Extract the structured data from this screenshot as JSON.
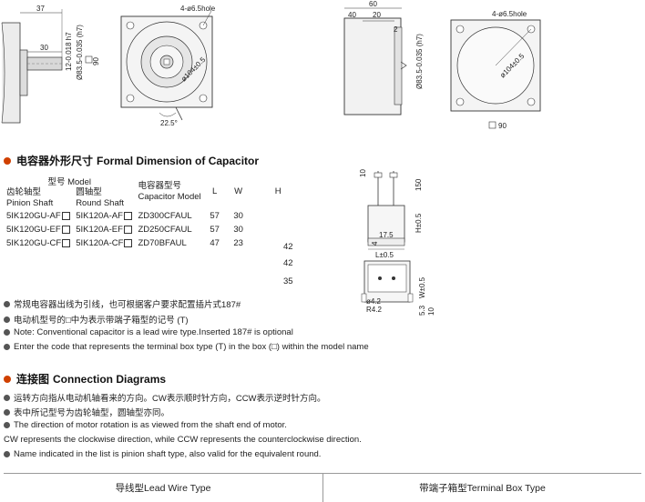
{
  "drawings": {
    "left_motor": {
      "dim_37": "37",
      "dim_30": "30",
      "dim_12h7": "12-0.018 h7",
      "dim_83": "Ø83.5-0.035 (h7)",
      "dim_90": "90",
      "hole_label": "4-ø6.5hole",
      "pcd": "ø104±0.5",
      "angle": "22.5°"
    },
    "right_motor": {
      "dim_60": "60",
      "dim_40": "40",
      "dim_20": "20",
      "dim_2": "2",
      "dim_83": "Ø83.5-0.035 (h7)",
      "hole_label": "4-ø6.5hole",
      "pcd": "ø104±0.5",
      "dim_90": "90"
    },
    "capacitor": {
      "dim_10": "10",
      "dim_150": "150",
      "dim_h": "H±0.5",
      "dim_17": "17.5",
      "dim_4": "4",
      "dim_l": "L±0.5",
      "dim_w": "W±0.5",
      "dim_42": "ø4.2",
      "dim_r42": "R4.2",
      "dim_53": "5.3",
      "dim_10b": "10"
    }
  },
  "capacitor_section": {
    "title_cn": "电容器外形尺寸",
    "title_en": "Formal Dimension of Capacitor",
    "header": {
      "model": "型号 Model",
      "pinion_cn": "齿轮轴型",
      "pinion_en": "Pinion Shaft",
      "round_cn": "圆轴型",
      "round_en": "Round Shaft",
      "cap_cn": "电容器型号",
      "cap_en": "Capacitor Model",
      "l": "L",
      "w": "W",
      "h": "H"
    },
    "rows": [
      {
        "pinion": "5IK120GU-AF",
        "round": "5IK120A-AF",
        "cap": "ZD300CFAUL",
        "l": "57",
        "w": "30"
      },
      {
        "pinion": "5IK120GU-EF",
        "round": "5IK120A-EF",
        "cap": "ZD250CFAUL",
        "l": "57",
        "w": "30"
      },
      {
        "pinion": "5IK120GU-CF",
        "round": "5IK120A-CF",
        "cap": "ZD70BFAUL",
        "l": "47",
        "w": "23"
      }
    ],
    "h_values": [
      "42",
      "42",
      "35"
    ],
    "notes": [
      "常规电容器出线为引线，也可根据客户要求配置插片式187#",
      "电动机型号的□中为表示带端子箱型的记号 (T)",
      "Note: Conventional capacitor is a lead wire type.Inserted 187# is optional",
      "Enter the code that represents the terminal box type (T) in the box (□) within the model name"
    ]
  },
  "connection_section": {
    "title_cn": "连接图",
    "title_en": "Connection Diagrams",
    "notes": [
      {
        "bullet": true,
        "text": "运转方向指从电动机轴看来的方向。CW表示顺时针方向，CCW表示逆时针方向。"
      },
      {
        "bullet": true,
        "text": "表中所记型号为齿轮轴型，圆轴型亦同。"
      },
      {
        "bullet": true,
        "text": "The direction of motor rotation is as viewed from the shaft end of motor."
      },
      {
        "bullet": false,
        "text": "CW represents the clockwise direction, while CCW represents the counterclockwise direction."
      },
      {
        "bullet": true,
        "text": "Name indicated in the list is pinion shaft type, also valid for the equivalent round."
      }
    ],
    "table_headers": [
      "导线型Lead Wire Type",
      "带端子箱型Terminal Box Type"
    ]
  },
  "colors": {
    "accent": "#d04000",
    "line": "#333333",
    "body_fill": "#e8e8e8"
  }
}
